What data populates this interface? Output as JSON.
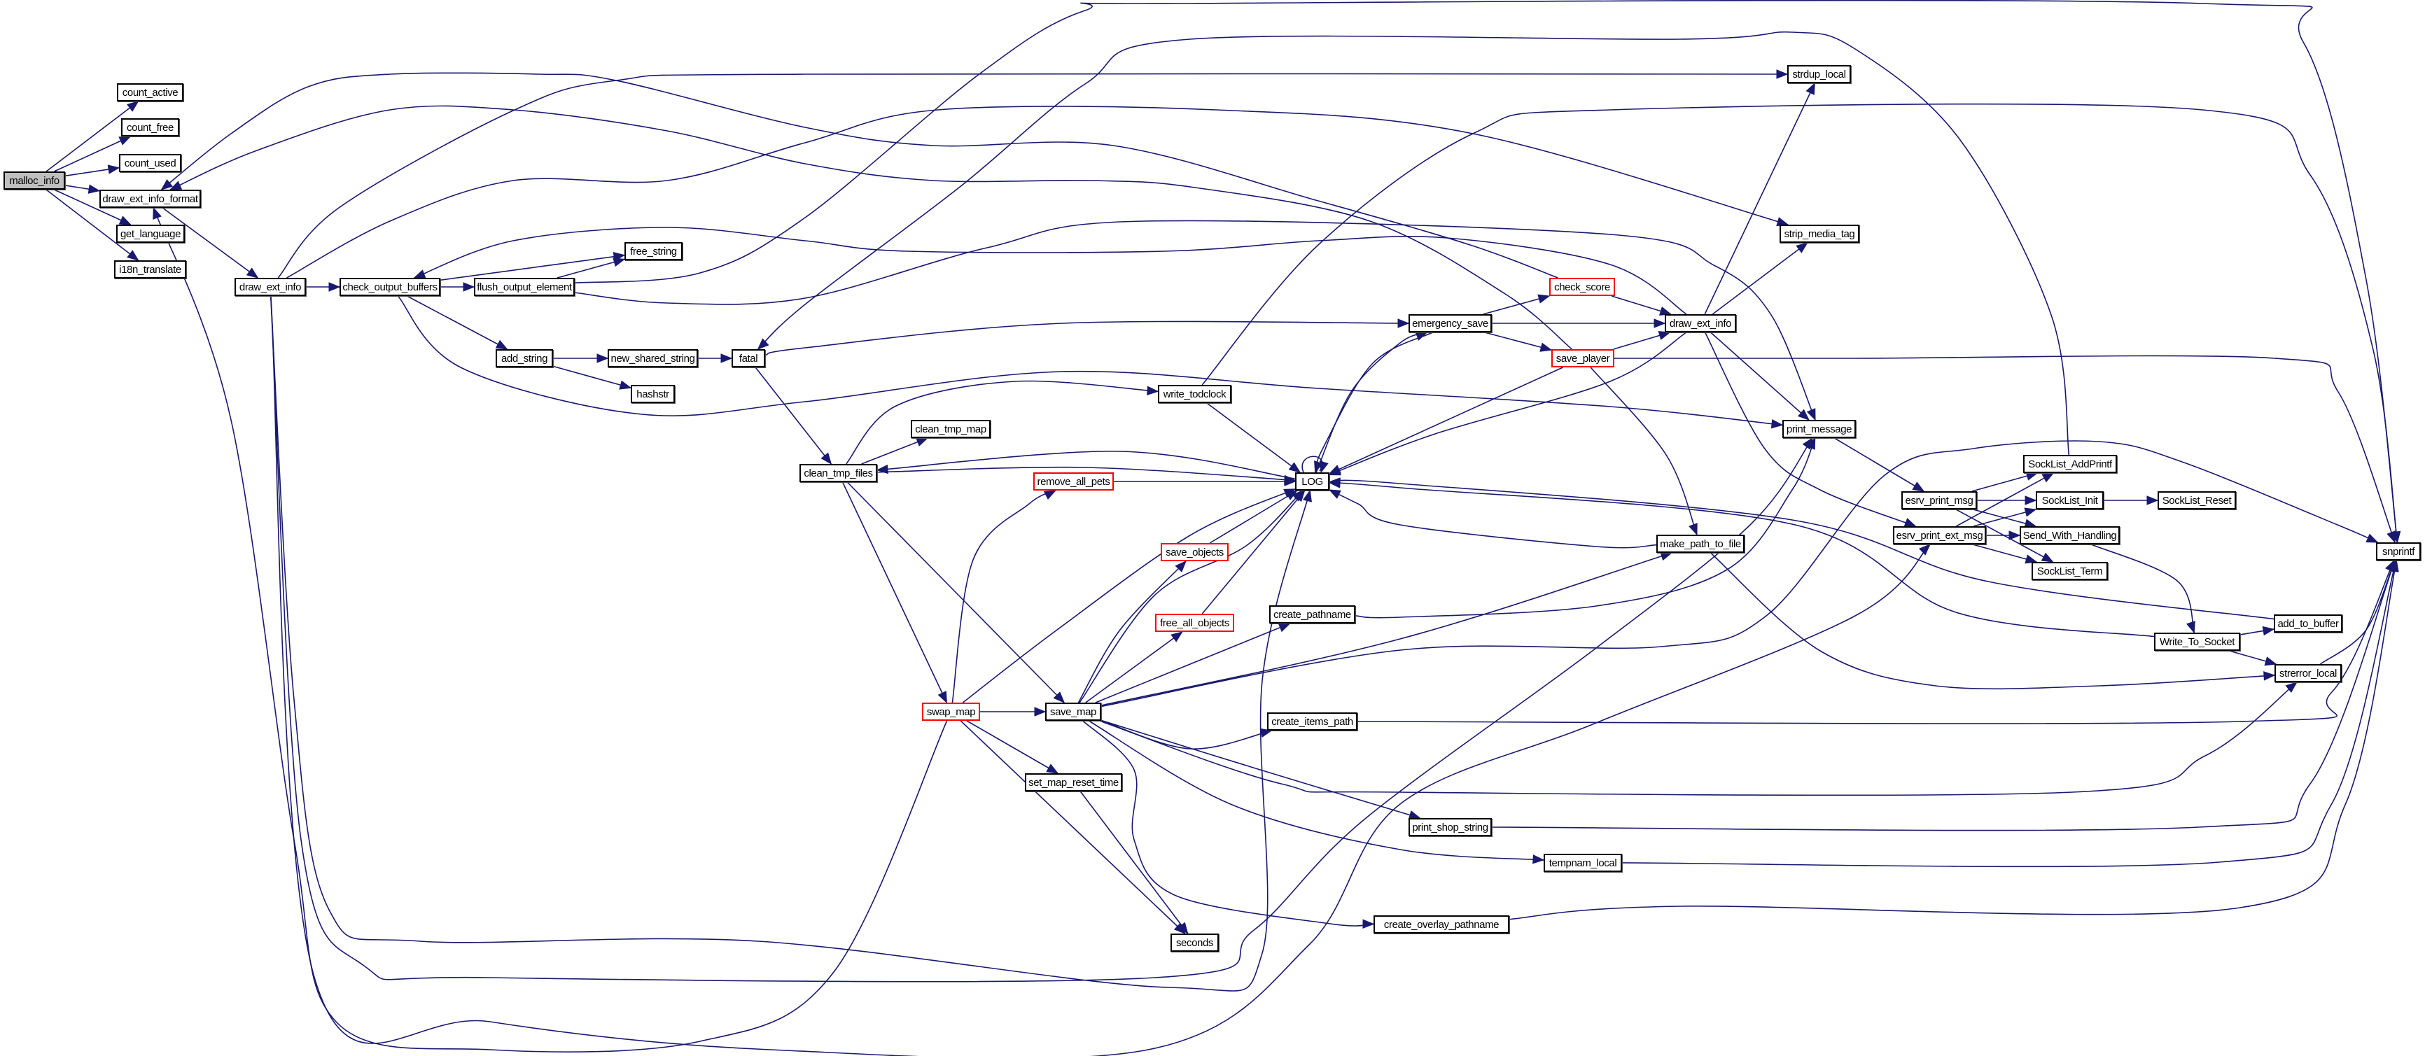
{
  "graph": {
    "title": "malloc_info call graph",
    "root": "malloc_info",
    "edge_color": "#191970",
    "truncated_border_color": "#ff0000",
    "root_fill_color": "#bfbfbf"
  },
  "nodes": [
    {
      "id": "malloc_info",
      "label": "malloc_info",
      "root": true
    },
    {
      "id": "count_active",
      "label": "count_active"
    },
    {
      "id": "count_free",
      "label": "count_free"
    },
    {
      "id": "count_used",
      "label": "count_used"
    },
    {
      "id": "draw_ext_info_format",
      "label": "draw_ext_info_format"
    },
    {
      "id": "get_language",
      "label": "get_language"
    },
    {
      "id": "i18n_translate",
      "label": "i18n_translate"
    },
    {
      "id": "draw_ext_info_l",
      "label": "draw_ext_info"
    },
    {
      "id": "check_output_buffers",
      "label": "check_output_buffers"
    },
    {
      "id": "flush_output_element",
      "label": "flush_output_element"
    },
    {
      "id": "free_string",
      "label": "free_string"
    },
    {
      "id": "add_string",
      "label": "add_string"
    },
    {
      "id": "new_shared_string",
      "label": "new_shared_string"
    },
    {
      "id": "fatal",
      "label": "fatal"
    },
    {
      "id": "hashstr",
      "label": "hashstr"
    },
    {
      "id": "write_todclock",
      "label": "write_todclock"
    },
    {
      "id": "clean_tmp_map",
      "label": "clean_tmp_map"
    },
    {
      "id": "clean_tmp_files",
      "label": "clean_tmp_files"
    },
    {
      "id": "remove_all_pets",
      "label": "remove_all_pets",
      "truncated": true
    },
    {
      "id": "LOG",
      "label": "LOG"
    },
    {
      "id": "check_score",
      "label": "check_score",
      "truncated": true
    },
    {
      "id": "emergency_save",
      "label": "emergency_save"
    },
    {
      "id": "save_player",
      "label": "save_player",
      "truncated": true
    },
    {
      "id": "draw_ext_info_r",
      "label": "draw_ext_info"
    },
    {
      "id": "strdup_local",
      "label": "strdup_local"
    },
    {
      "id": "strip_media_tag",
      "label": "strip_media_tag"
    },
    {
      "id": "print_message",
      "label": "print_message"
    },
    {
      "id": "SockList_AddPrintf",
      "label": "SockList_AddPrintf"
    },
    {
      "id": "esrv_print_msg",
      "label": "esrv_print_msg"
    },
    {
      "id": "SockList_Init",
      "label": "SockList_Init"
    },
    {
      "id": "SockList_Reset",
      "label": "SockList_Reset"
    },
    {
      "id": "esrv_print_ext_msg",
      "label": "esrv_print_ext_msg"
    },
    {
      "id": "Send_With_Handling",
      "label": "Send_With_Handling"
    },
    {
      "id": "SockList_Term",
      "label": "SockList_Term"
    },
    {
      "id": "make_path_to_file",
      "label": "make_path_to_file"
    },
    {
      "id": "snprintf",
      "label": "snprintf"
    },
    {
      "id": "add_to_buffer",
      "label": "add_to_buffer"
    },
    {
      "id": "Write_To_Socket",
      "label": "Write_To_Socket"
    },
    {
      "id": "strerror_local",
      "label": "strerror_local"
    },
    {
      "id": "save_objects",
      "label": "save_objects",
      "truncated": true
    },
    {
      "id": "free_all_objects",
      "label": "free_all_objects",
      "truncated": true
    },
    {
      "id": "create_pathname",
      "label": "create_pathname"
    },
    {
      "id": "swap_map",
      "label": "swap_map",
      "truncated": true
    },
    {
      "id": "save_map",
      "label": "save_map"
    },
    {
      "id": "create_items_path",
      "label": "create_items_path"
    },
    {
      "id": "set_map_reset_time",
      "label": "set_map_reset_time"
    },
    {
      "id": "seconds",
      "label": "seconds"
    },
    {
      "id": "print_shop_string",
      "label": "print_shop_string"
    },
    {
      "id": "tempnam_local",
      "label": "tempnam_local"
    },
    {
      "id": "create_overlay_pathname",
      "label": "create_overlay_pathname"
    }
  ],
  "edges": [
    [
      "malloc_info",
      "count_active"
    ],
    [
      "malloc_info",
      "count_free"
    ],
    [
      "malloc_info",
      "count_used"
    ],
    [
      "malloc_info",
      "draw_ext_info_format"
    ],
    [
      "malloc_info",
      "get_language"
    ],
    [
      "malloc_info",
      "i18n_translate"
    ],
    [
      "draw_ext_info_format",
      "draw_ext_info_l"
    ],
    [
      "draw_ext_info_l",
      "check_output_buffers"
    ],
    [
      "draw_ext_info_l",
      "strdup_local"
    ],
    [
      "draw_ext_info_l",
      "strip_media_tag"
    ],
    [
      "draw_ext_info_l",
      "LOG"
    ],
    [
      "draw_ext_info_l",
      "print_message"
    ],
    [
      "draw_ext_info_l",
      "esrv_print_ext_msg"
    ],
    [
      "check_output_buffers",
      "flush_output_element"
    ],
    [
      "check_output_buffers",
      "free_string"
    ],
    [
      "check_output_buffers",
      "add_string"
    ],
    [
      "check_output_buffers",
      "print_message"
    ],
    [
      "flush_output_element",
      "free_string"
    ],
    [
      "flush_output_element",
      "snprintf"
    ],
    [
      "flush_output_element",
      "print_message"
    ],
    [
      "add_string",
      "new_shared_string"
    ],
    [
      "add_string",
      "hashstr"
    ],
    [
      "new_shared_string",
      "fatal"
    ],
    [
      "fatal",
      "emergency_save"
    ],
    [
      "fatal",
      "clean_tmp_files"
    ],
    [
      "clean_tmp_files",
      "write_todclock"
    ],
    [
      "clean_tmp_files",
      "clean_tmp_map"
    ],
    [
      "clean_tmp_files",
      "LOG"
    ],
    [
      "clean_tmp_files",
      "swap_map"
    ],
    [
      "clean_tmp_files",
      "save_map"
    ],
    [
      "LOG",
      "clean_tmp_files"
    ],
    [
      "LOG",
      "LOG"
    ],
    [
      "LOG",
      "emergency_save"
    ],
    [
      "write_todclock",
      "LOG"
    ],
    [
      "write_todclock",
      "snprintf"
    ],
    [
      "swap_map",
      "remove_all_pets"
    ],
    [
      "swap_map",
      "save_map"
    ],
    [
      "swap_map",
      "set_map_reset_time"
    ],
    [
      "swap_map",
      "seconds"
    ],
    [
      "swap_map",
      "LOG"
    ],
    [
      "swap_map",
      "draw_ext_info_format"
    ],
    [
      "remove_all_pets",
      "LOG"
    ],
    [
      "save_map",
      "save_objects"
    ],
    [
      "save_map",
      "free_all_objects"
    ],
    [
      "save_map",
      "create_pathname"
    ],
    [
      "save_map",
      "create_items_path"
    ],
    [
      "save_map",
      "LOG"
    ],
    [
      "save_map",
      "make_path_to_file"
    ],
    [
      "save_map",
      "snprintf"
    ],
    [
      "save_map",
      "strerror_local"
    ],
    [
      "save_map",
      "print_shop_string"
    ],
    [
      "save_map",
      "tempnam_local"
    ],
    [
      "save_map",
      "create_overlay_pathname"
    ],
    [
      "set_map_reset_time",
      "seconds"
    ],
    [
      "save_objects",
      "LOG"
    ],
    [
      "free_all_objects",
      "LOG"
    ],
    [
      "create_pathname",
      "print_message"
    ],
    [
      "create_items_path",
      "snprintf"
    ],
    [
      "emergency_save",
      "check_score"
    ],
    [
      "emergency_save",
      "draw_ext_info_r"
    ],
    [
      "emergency_save",
      "save_player"
    ],
    [
      "emergency_save",
      "LOG"
    ],
    [
      "check_score",
      "draw_ext_info_r"
    ],
    [
      "check_score",
      "draw_ext_info_format"
    ],
    [
      "save_player",
      "draw_ext_info_r"
    ],
    [
      "save_player",
      "LOG"
    ],
    [
      "save_player",
      "make_path_to_file"
    ],
    [
      "save_player",
      "snprintf"
    ],
    [
      "save_player",
      "draw_ext_info_format"
    ],
    [
      "draw_ext_info_r",
      "strdup_local"
    ],
    [
      "draw_ext_info_r",
      "strip_media_tag"
    ],
    [
      "draw_ext_info_r",
      "print_message"
    ],
    [
      "draw_ext_info_r",
      "esrv_print_ext_msg"
    ],
    [
      "draw_ext_info_r",
      "LOG"
    ],
    [
      "draw_ext_info_r",
      "check_output_buffers"
    ],
    [
      "print_message",
      "esrv_print_msg"
    ],
    [
      "esrv_print_msg",
      "SockList_AddPrintf"
    ],
    [
      "esrv_print_msg",
      "SockList_Init"
    ],
    [
      "esrv_print_msg",
      "Send_With_Handling"
    ],
    [
      "esrv_print_msg",
      "SockList_Term"
    ],
    [
      "esrv_print_ext_msg",
      "SockList_AddPrintf"
    ],
    [
      "esrv_print_ext_msg",
      "SockList_Init"
    ],
    [
      "esrv_print_ext_msg",
      "Send_With_Handling"
    ],
    [
      "esrv_print_ext_msg",
      "SockList_Term"
    ],
    [
      "SockList_Init",
      "SockList_Reset"
    ],
    [
      "SockList_AddPrintf",
      "fatal"
    ],
    [
      "Send_With_Handling",
      "Write_To_Socket"
    ],
    [
      "Write_To_Socket",
      "add_to_buffer"
    ],
    [
      "Write_To_Socket",
      "strerror_local"
    ],
    [
      "Write_To_Socket",
      "LOG"
    ],
    [
      "add_to_buffer",
      "LOG"
    ],
    [
      "make_path_to_file",
      "LOG"
    ],
    [
      "make_path_to_file",
      "strerror_local"
    ],
    [
      "strerror_local",
      "snprintf"
    ],
    [
      "print_shop_string",
      "snprintf"
    ],
    [
      "tempnam_local",
      "snprintf"
    ],
    [
      "create_overlay_pathname",
      "snprintf"
    ]
  ]
}
